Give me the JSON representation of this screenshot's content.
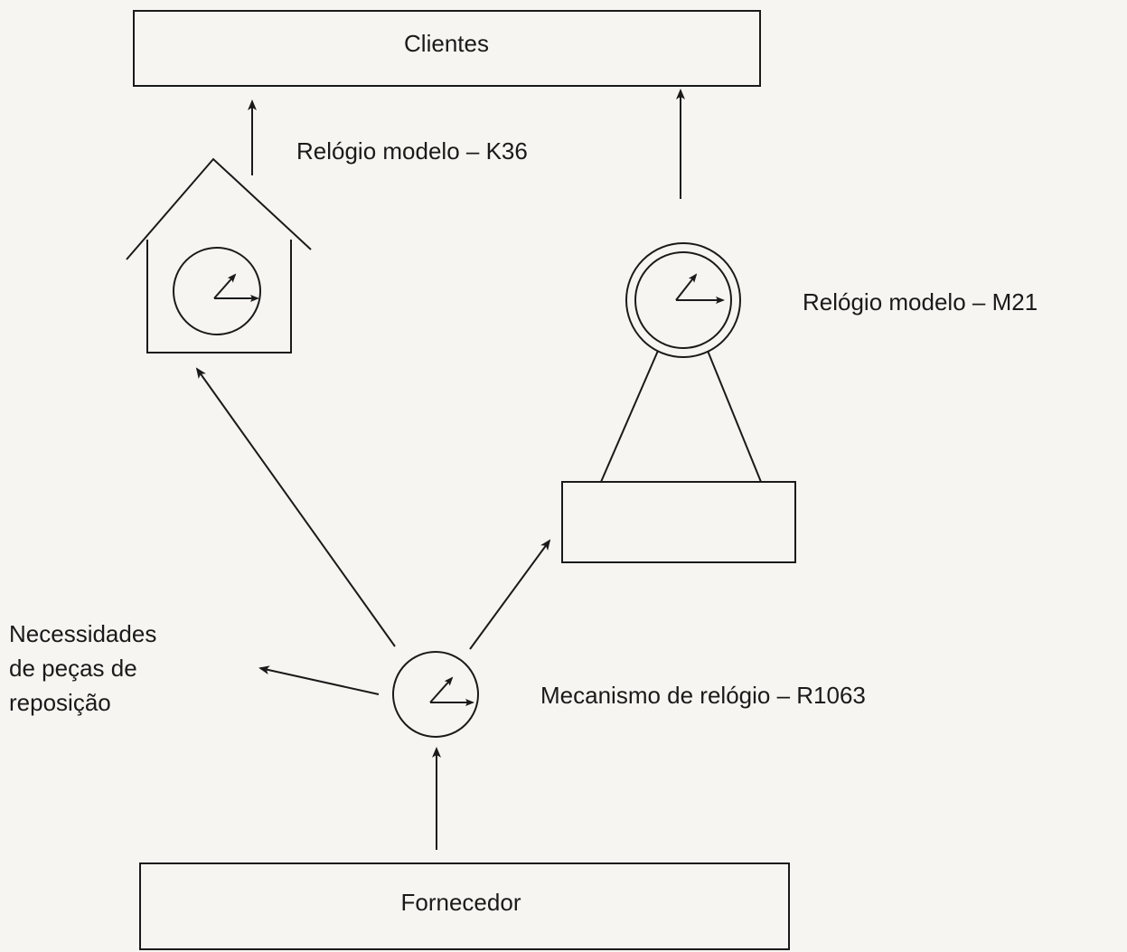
{
  "boxes": {
    "customers": "Clientes",
    "supplier": "Fornecedor"
  },
  "labels": {
    "model_k36": "Relógio modelo – K36",
    "model_m21": "Relógio modelo – M21",
    "mechanism": "Mecanismo de relógio – R1063",
    "spare_parts": [
      "Necessidades",
      "de peças de",
      "reposição"
    ]
  },
  "colors": {
    "ink": "#1a1a1a",
    "paper": "#f6f5f1"
  },
  "icons": [
    "clock-icon",
    "house-icon",
    "arrow-icon"
  ]
}
